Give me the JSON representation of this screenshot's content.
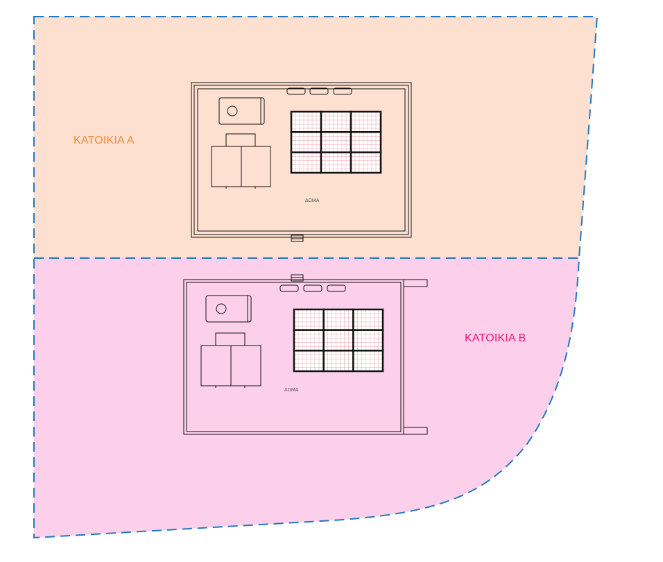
{
  "zones": {
    "a": {
      "label": "ΚΑΤΟΙΚΙΑ Α",
      "roof_label": "ΔΩΜΑ"
    },
    "b": {
      "label": "ΚΑΤΟΙΚΙΑ Β",
      "roof_label": "ΔΩΜΑ"
    }
  },
  "colors": {
    "zone_a_fill": "#fde0d0",
    "zone_b_fill": "#fcd0ea",
    "boundary": "#1f78c0",
    "label_a": "#f28a3a",
    "label_b": "#e6197f",
    "panel_grid": "#e8a0a8",
    "line": "#111111"
  }
}
